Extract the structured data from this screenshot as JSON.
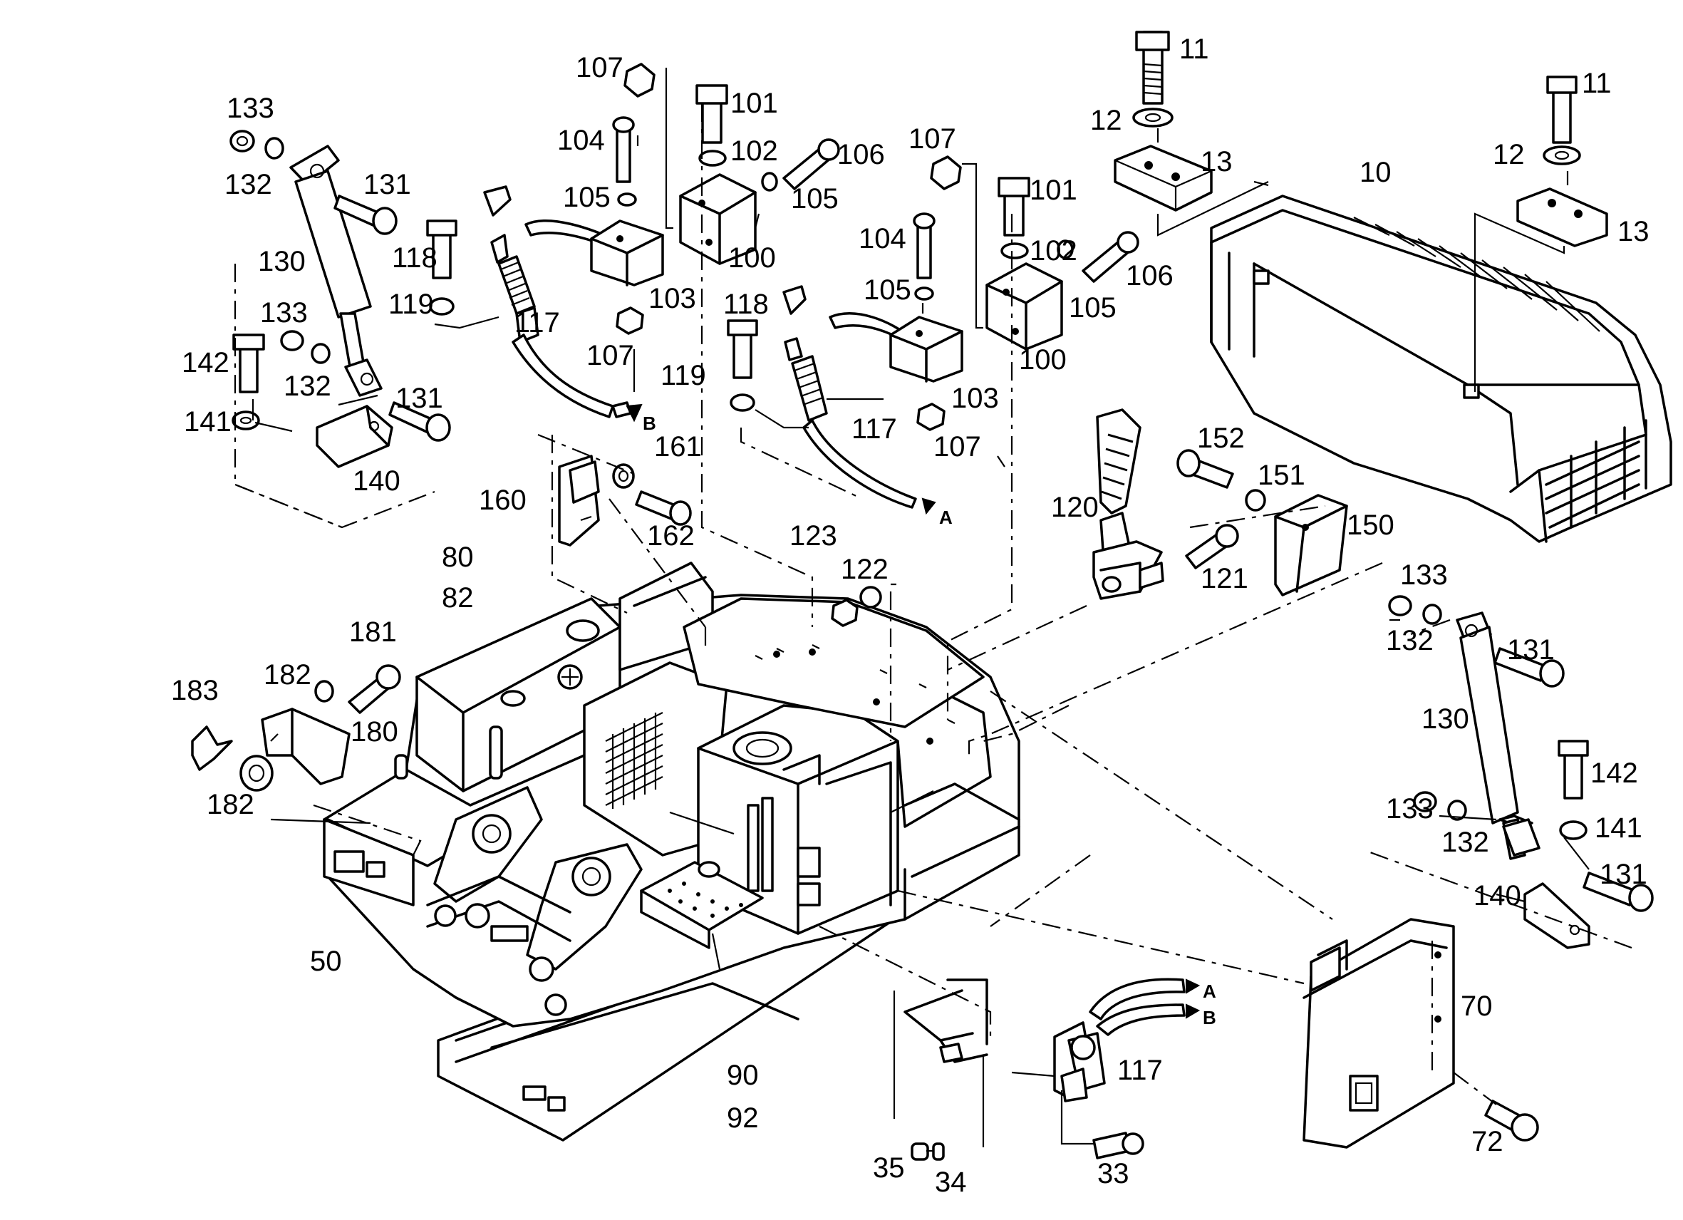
{
  "labels": {
    "l107a": "107",
    "l101a": "101",
    "l104a": "104",
    "l102a": "102",
    "l106a": "106",
    "l105a": "105",
    "l105b": "105",
    "l100a": "100",
    "l103a": "103",
    "l107b": "107",
    "l133a": "133",
    "l132a": "132",
    "l131a": "131",
    "l130a": "130",
    "l118a": "118",
    "l119a": "119",
    "l117a": "117",
    "l133b": "133",
    "l142a": "142",
    "l132b": "132",
    "l131b": "131",
    "l141a": "141",
    "l140a": "140",
    "l161": "161",
    "l160": "160",
    "l162": "162",
    "l107c": "107",
    "l101b": "101",
    "l104b": "104",
    "l102b": "102",
    "l106b": "106",
    "l105c": "105",
    "l105d": "105",
    "l100b": "100",
    "l103b": "103",
    "l107d": "107",
    "l118b": "118",
    "l119b": "119",
    "l117b": "117",
    "l11a": "11",
    "l12a": "12",
    "l13a": "13",
    "l10": "10",
    "l11b": "11",
    "l12b": "12",
    "l13b": "13",
    "l152": "152",
    "l151": "151",
    "l150": "150",
    "l120": "120",
    "l121": "121",
    "l123": "123",
    "l122": "122",
    "l80": "80",
    "l82": "82",
    "l181": "181",
    "l182a": "182",
    "l183": "183",
    "l180": "180",
    "l182b": "182",
    "l133c": "133",
    "l132c": "132",
    "l131c": "131",
    "l130b": "130",
    "l142b": "142",
    "l133d": "133",
    "l141b": "141",
    "l132d": "132",
    "l131d": "131",
    "l140b": "140",
    "l50": "50",
    "l90": "90",
    "l92": "92",
    "l70": "70",
    "l72": "72",
    "l117c": "117",
    "l33": "33",
    "l35": "35",
    "l34": "34"
  },
  "hose_ends": {
    "a1": "A",
    "b1": "B",
    "a2": "A",
    "b2": "B"
  }
}
